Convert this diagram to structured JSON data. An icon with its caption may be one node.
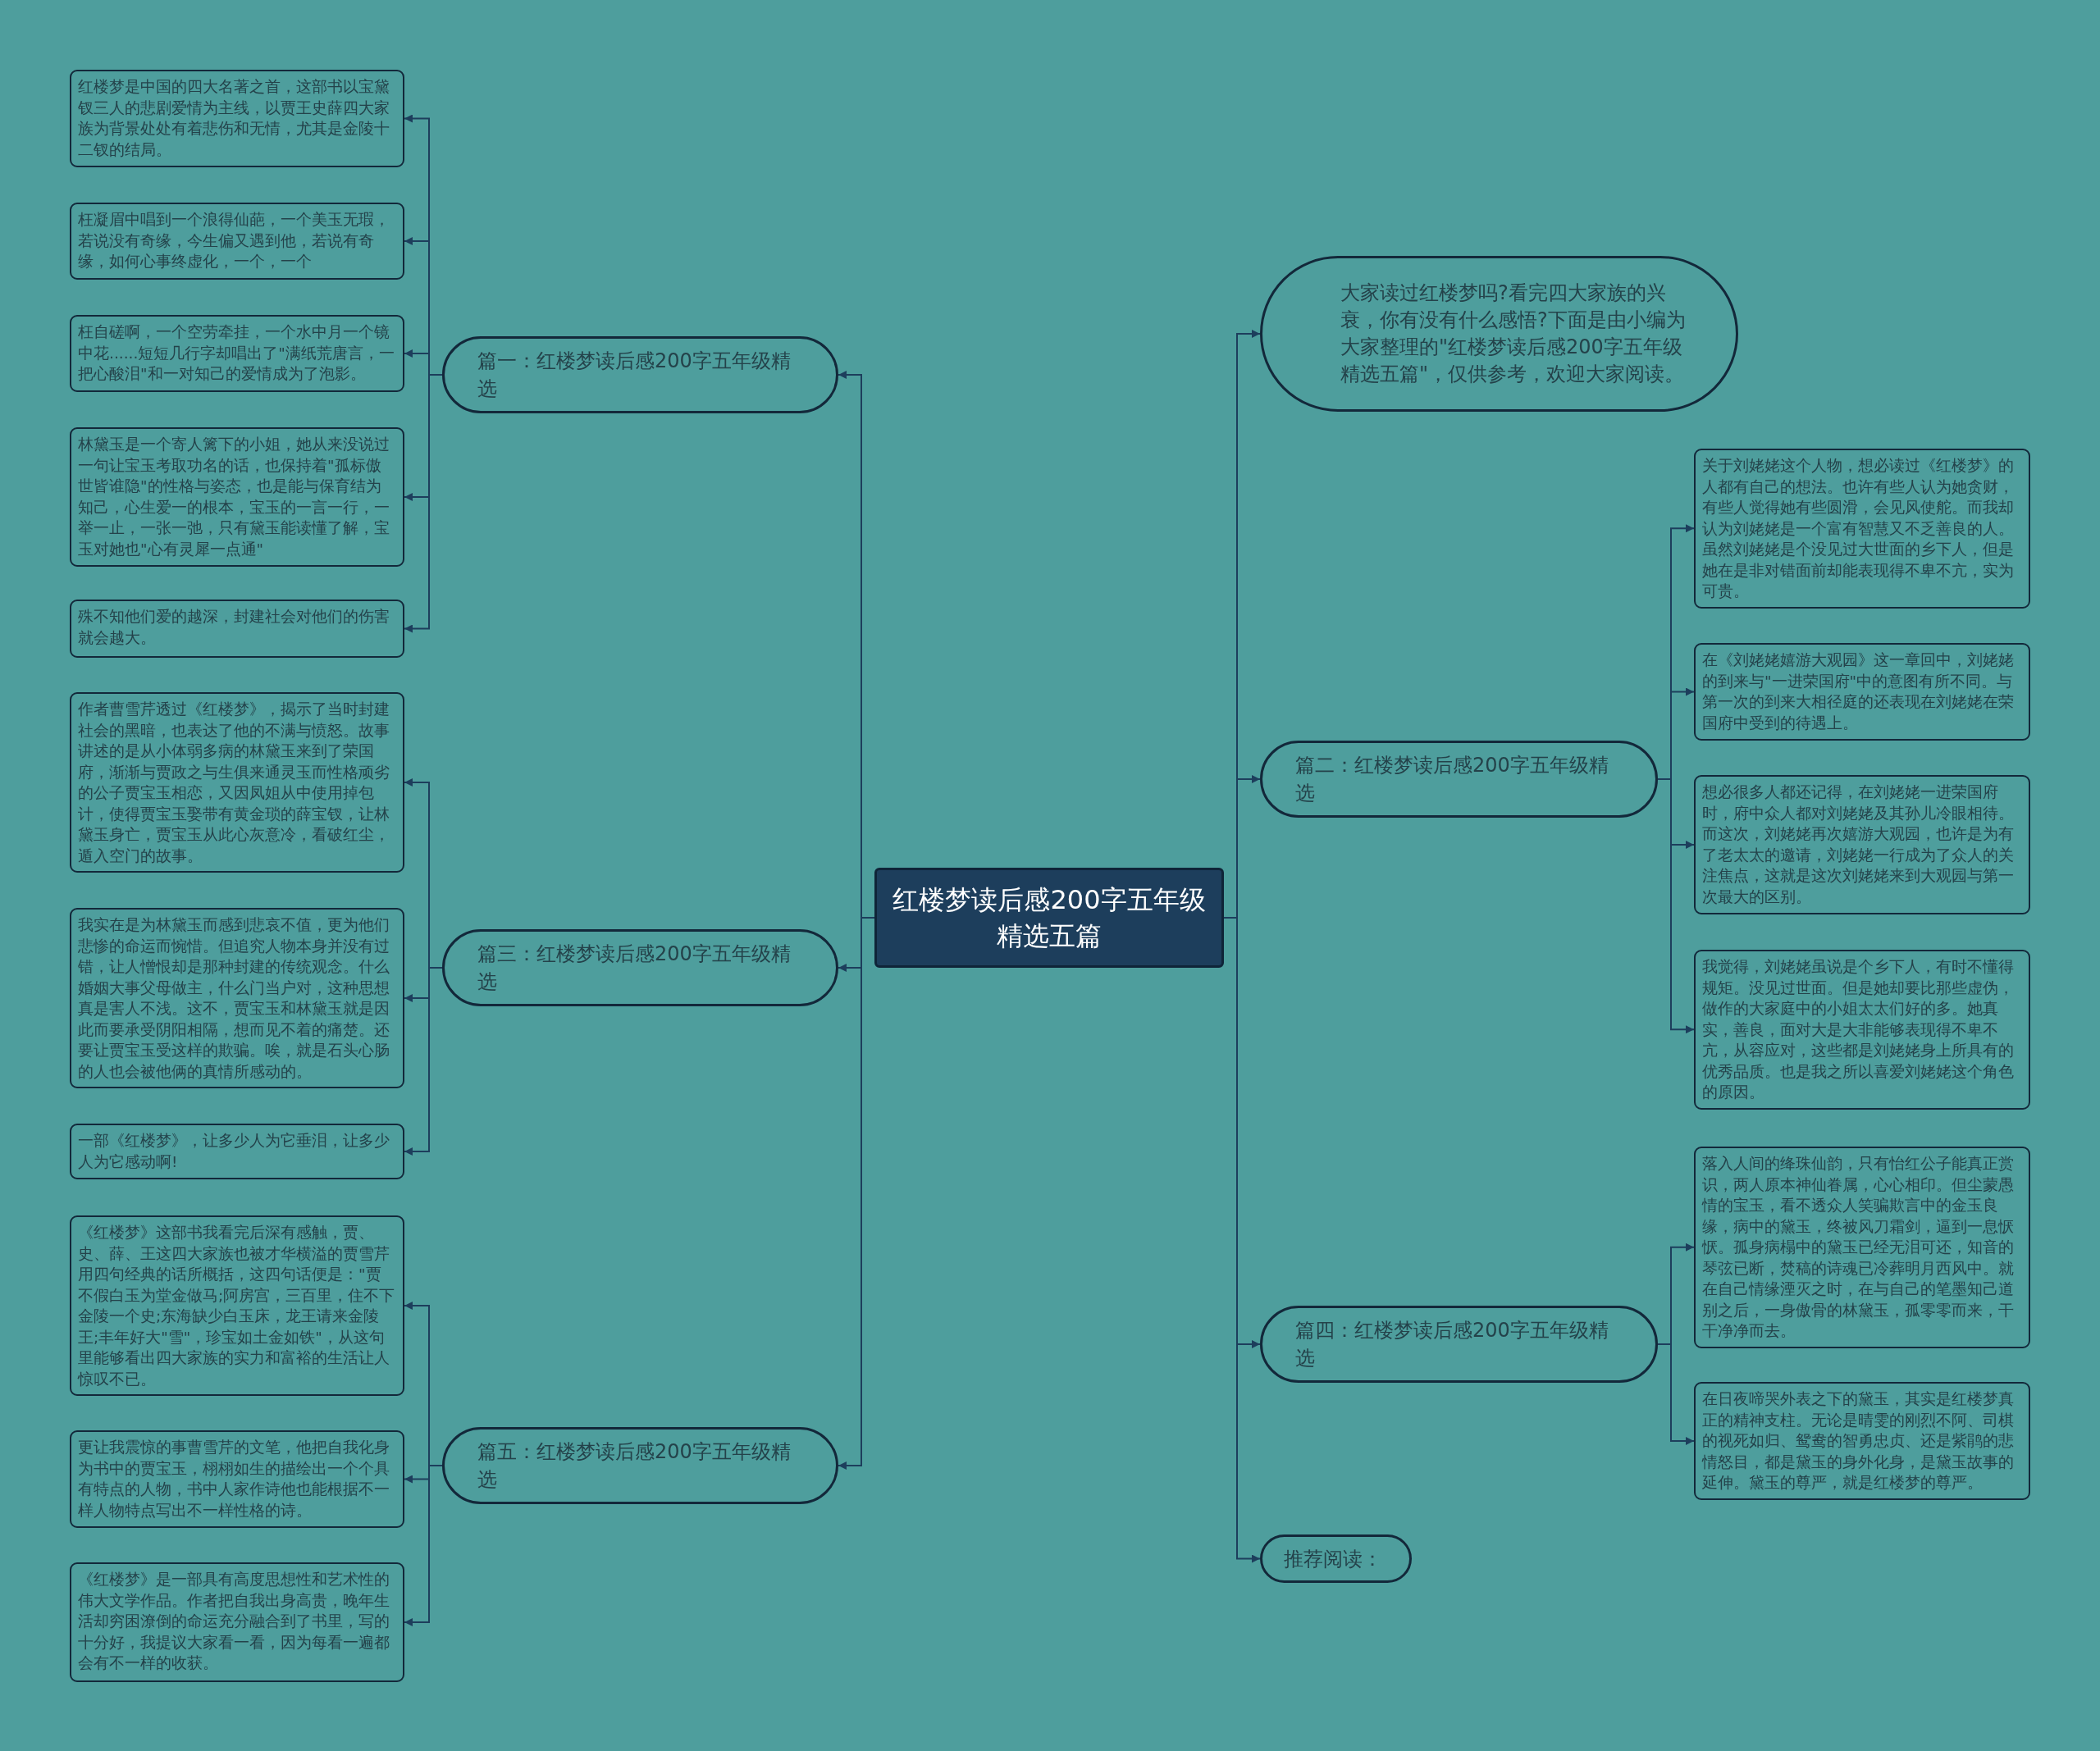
{
  "diagram": {
    "nodes": [
      {
        "text": [
          "红楼梦读后感200字五年级精选五篇"
        ]
      },
      {
        "text": [
          "篇一：红楼梦读后感200字五年级精选"
        ]
      },
      {
        "text": [
          "红楼梦是中国的四大名著之首，这部书以宝黛钗三人的悲剧爱情为主线，以贾王史薛四大家族为背景处处有着悲伤和无情，尤其是金陵十二钗的结局。"
        ]
      },
      {
        "text": [
          "枉凝眉中唱到一个浪得仙葩，一个美玉无瑕，若说没有奇缘，今生偏又遇到他，若说有奇缘，如何心事终虚化，一个，一个"
        ]
      },
      {
        "text": [
          "枉自磋啊，一个空劳牵挂，一个水中月一个镜中花......短短几行字却唱出了\"满纸荒唐言，一把心酸泪\"和一对知己的爱情成为了泡影。"
        ]
      },
      {
        "text": [
          "林黛玉是一个寄人篱下的小姐，她从来没说过一句让宝玉考取功名的话，也保持着\"孤标傲世皆谁隐\"的性格与姿态，也是能与保育结为知己，心生爱一的根本，宝玉的一言一行，一举一止，一张一弛，只有黛玉能读懂了解，宝玉对她也\"心有灵犀一点通\""
        ]
      },
      {
        "text": [
          "殊不知他们爱的越深，封建社会对他们的伤害就会越大。"
        ]
      },
      {
        "text": [
          "篇三：红楼梦读后感200字五年级精选"
        ]
      },
      {
        "text": [
          "作者曹雪芹透过《红楼梦》，揭示了当时封建社会的黑暗，也表达了他的不满与愤怒。故事讲述的是从小体弱多病的林黛玉来到了荣国府，渐渐与贾政之与生俱来通灵玉而性格顽劣的公子贾宝玉相恋，又因凤姐从中使用掉包计，使得贾宝玉娶带有黄金琐的薛宝钗，让林黛玉身亡，贾宝玉从此心灰意冷，看破红尘，遁入空门的故事。"
        ]
      },
      {
        "text": [
          "我实在是为林黛玉而感到悲哀不值，更为他们悲惨的命运而惋惜。但追究人物本身并没有过错，让人憎恨却是那种封建的传统观念。什么婚姻大事父母做主，什么门当户对，这种思想真是害人不浅。这不，贾宝玉和林黛玉就是因此而要承受阴阳相隔，想而见不着的痛楚。还要让贾宝玉受这样的欺骗。唉，就是石头心肠的人也会被他俩的真情所感动的。"
        ]
      },
      {
        "text": [
          "一部《红楼梦》，让多少人为它垂泪，让多少人为它感动啊!"
        ]
      },
      {
        "text": [
          "篇五：红楼梦读后感200字五年级精选"
        ]
      },
      {
        "text": [
          "《红楼梦》这部书我看完后深有感触，贾、史、薛、王这四大家族也被才华横溢的贾雪芹用四句经典的话所概括，这四句话便是：\"贾不假白玉为堂金做马;阿房宫，三百里，住不下金陵一个史;东海缺少白玉床，龙王请来金陵王;丰年好大\"雪\"，珍宝如土金如铁\"，从这句里能够看出四大家族的实力和富裕的生活让人惊叹不已。"
        ]
      },
      {
        "text": [
          "更让我震惊的事曹雪芹的文笔，他把自我化身为书中的贾宝玉，栩栩如生的描绘出一个个具有特点的人物，书中人家作诗他也能根据不一样人物特点写出不一样性格的诗。"
        ]
      },
      {
        "text": [
          "《红楼梦》是一部具有高度思想性和艺术性的伟大文学作品。作者把自我出身高贵，晚年生活却穷困潦倒的命运充分融合到了书里，写的十分好，我提议大家看一看，因为每看一遍都会有不一样的收获。"
        ]
      },
      {
        "text": [
          "大家读过红楼梦吗?看完四大家族的兴衰，你有没有什么感悟?下面是由小编为大家整理的\"红楼梦读后感200字五年级精选五篇\"，仅供参考，欢迎大家阅读。"
        ]
      },
      {
        "text": [
          "篇二：红楼梦读后感200字五年级精选"
        ]
      },
      {
        "text": [
          "关于刘姥姥这个人物，想必读过《红楼梦》的人都有自己的想法。也许有些人认为她贪财，有些人觉得她有些圆滑，会见风使舵。而我却认为刘姥姥是一个富有智慧又不乏善良的人。虽然刘姥姥是个没见过大世面的乡下人，但是她在是非对错面前却能表现得不卑不亢，实为可贵。"
        ]
      },
      {
        "text": [
          "在《刘姥姥嬉游大观园》这一章回中，刘姥姥的到来与\"一进荣国府\"中的意图有所不同。与第一次的到来大相径庭的还表现在刘姥姥在荣国府中受到的待遇上。"
        ]
      },
      {
        "text": [
          "想必很多人都还记得，在刘姥姥一进荣国府时，府中众人都对刘姥姥及其孙儿冷眼相待。而这次，刘姥姥再次嬉游大观园，也许是为有了老太太的邀请，刘姥姥一行成为了众人的关注焦点，这就是这次刘姥姥来到大观园与第一次最大的区别。"
        ]
      },
      {
        "text": [
          "我觉得，刘姥姥虽说是个乡下人，有时不懂得规矩。没见过世面。但是她却要比那些虚伪，做作的大家庭中的小姐太太们好的多。她真实，善良，面对大是大非能够表现得不卑不亢，从容应对，这些都是刘姥姥身上所具有的优秀品质。也是我之所以喜爱刘姥姥这个角色的原因。"
        ]
      },
      {
        "text": [
          "篇四：红楼梦读后感200字五年级精选"
        ]
      },
      {
        "text": [
          "落入人间的绛珠仙韵，只有怡红公子能真正赏识，两人原本神仙眷属，心心相印。但尘蒙愚情的宝玉，看不透众人笑骗欺言中的金玉良缘，病中的黛玉，终被风刀霜剑，逼到一息恹恹。孤身病榻中的黛玉已经无泪可还，知音的琴弦已断，焚稿的诗魂已冷葬明月西风中。就在自己情缘湮灭之时，在与自己的笔墨知己道别之后，一身傲骨的林黛玉，孤零零而来，干干净净而去。"
        ]
      },
      {
        "text": [
          "在日夜啼哭外表之下的黛玉，其实是红楼梦真正的精神支柱。无论是晴雯的刚烈不阿、司棋的视死如归、鸳鸯的智勇忠贞、还是紫鹃的悲情怒目，都是黛玉的身外化身，是黛玉故事的延伸。黛玉的尊严，就是红楼梦的尊严。"
        ]
      },
      {
        "text": [
          "推荐阅读："
        ]
      }
    ],
    "edges": [
      {
        "from": 0,
        "to": 1,
        "arrow": "to"
      },
      {
        "from": 1,
        "to": 2,
        "arrow": "to"
      },
      {
        "from": 1,
        "to": 3,
        "arrow": "to"
      },
      {
        "from": 1,
        "to": 4,
        "arrow": "to"
      },
      {
        "from": 1,
        "to": 5,
        "arrow": "to"
      },
      {
        "from": 1,
        "to": 6,
        "arrow": "to"
      },
      {
        "from": 0,
        "to": 7,
        "arrow": "to"
      },
      {
        "from": 7,
        "to": 8,
        "arrow": "to"
      },
      {
        "from": 7,
        "to": 9,
        "arrow": "to"
      },
      {
        "from": 7,
        "to": 10,
        "arrow": "to"
      },
      {
        "from": 0,
        "to": 11,
        "arrow": "to"
      },
      {
        "from": 11,
        "to": 12,
        "arrow": "to"
      },
      {
        "from": 11,
        "to": 13,
        "arrow": "to"
      },
      {
        "from": 11,
        "to": 14,
        "arrow": "to"
      },
      {
        "from": 0,
        "to": 15,
        "arrow": "to"
      },
      {
        "from": 0,
        "to": 16,
        "arrow": "to"
      },
      {
        "from": 16,
        "to": 17,
        "arrow": "to"
      },
      {
        "from": 16,
        "to": 18,
        "arrow": "to"
      },
      {
        "from": 16,
        "to": 19,
        "arrow": "to"
      },
      {
        "from": 16,
        "to": 20,
        "arrow": "to"
      },
      {
        "from": 0,
        "to": 21,
        "arrow": "to"
      },
      {
        "from": 21,
        "to": 22,
        "arrow": "to"
      },
      {
        "from": 21,
        "to": 23,
        "arrow": "to"
      },
      {
        "from": 0,
        "to": 24,
        "arrow": "to"
      }
    ]
  }
}
